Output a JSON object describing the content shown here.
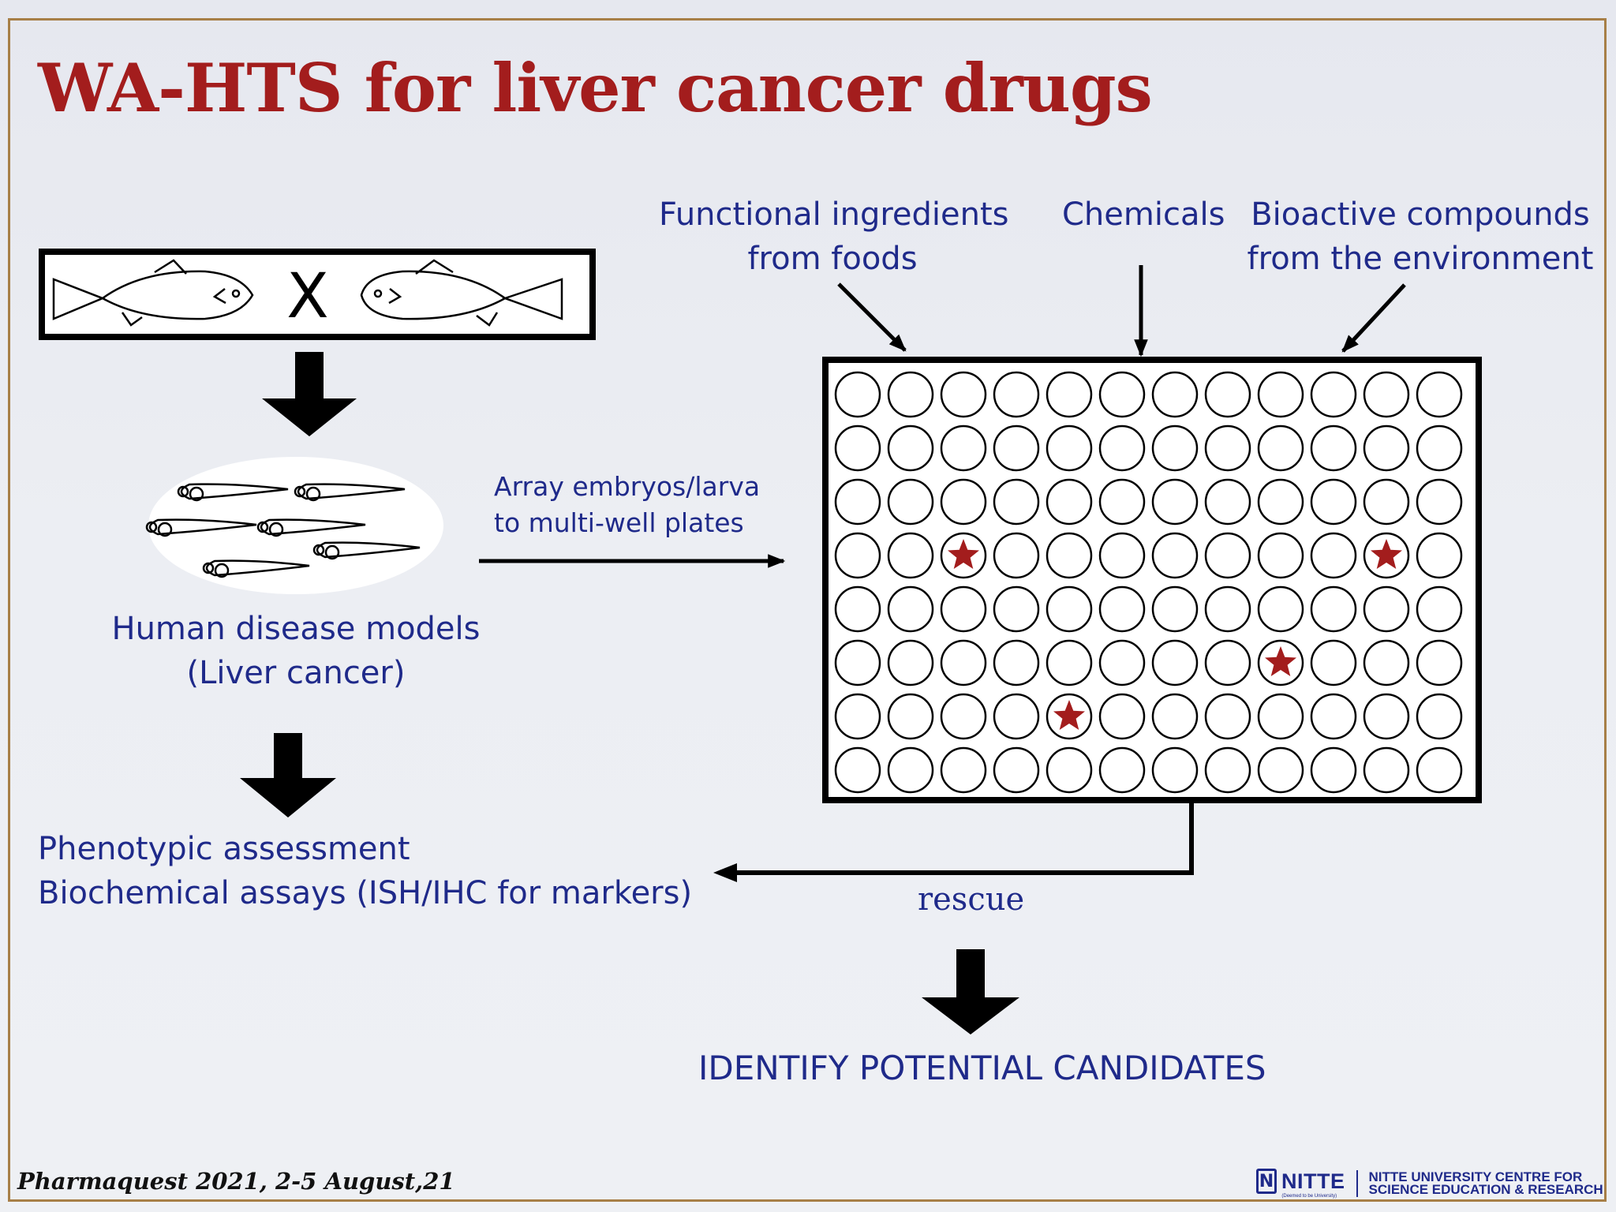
{
  "slide": {
    "title": "WA-HTS for liver cancer drugs",
    "cross_symbol": "X",
    "human_disease_models": "Human disease models",
    "liver_cancer": "(Liver cancer)",
    "array_line1": "Array embryos/larva",
    "array_line2": "to multi-well plates",
    "functional_line1": "Functional ingredients",
    "functional_line2": "from foods",
    "chemicals": "Chemicals",
    "bioactive_line1": "Bioactive compounds",
    "bioactive_line2": "from the environment",
    "phenotypic": "Phenotypic assessment",
    "biochemical": "Biochemical assays (ISH/IHC for markers)",
    "rescue": "rescue",
    "identify": "IDENTIFY POTENTIAL CANDIDATES"
  },
  "plate": {
    "rows": 8,
    "cols": 12,
    "hits": [
      [
        3,
        2
      ],
      [
        3,
        10
      ],
      [
        5,
        8
      ],
      [
        6,
        4
      ]
    ],
    "hit_color": "#a31d1d"
  },
  "colors": {
    "text_blue": "#1f2a8a",
    "title_red": "#a31d1d",
    "frame": "#a77f47"
  },
  "footer": {
    "event": "Pharmaquest 2021, 2-5 August,21",
    "logo_name": "NITTE",
    "logo_sub": "(Deemed to be University)",
    "logo_line1": "NITTE UNIVERSITY CENTRE FOR",
    "logo_line2": "SCIENCE EDUCATION & RESEARCH"
  }
}
